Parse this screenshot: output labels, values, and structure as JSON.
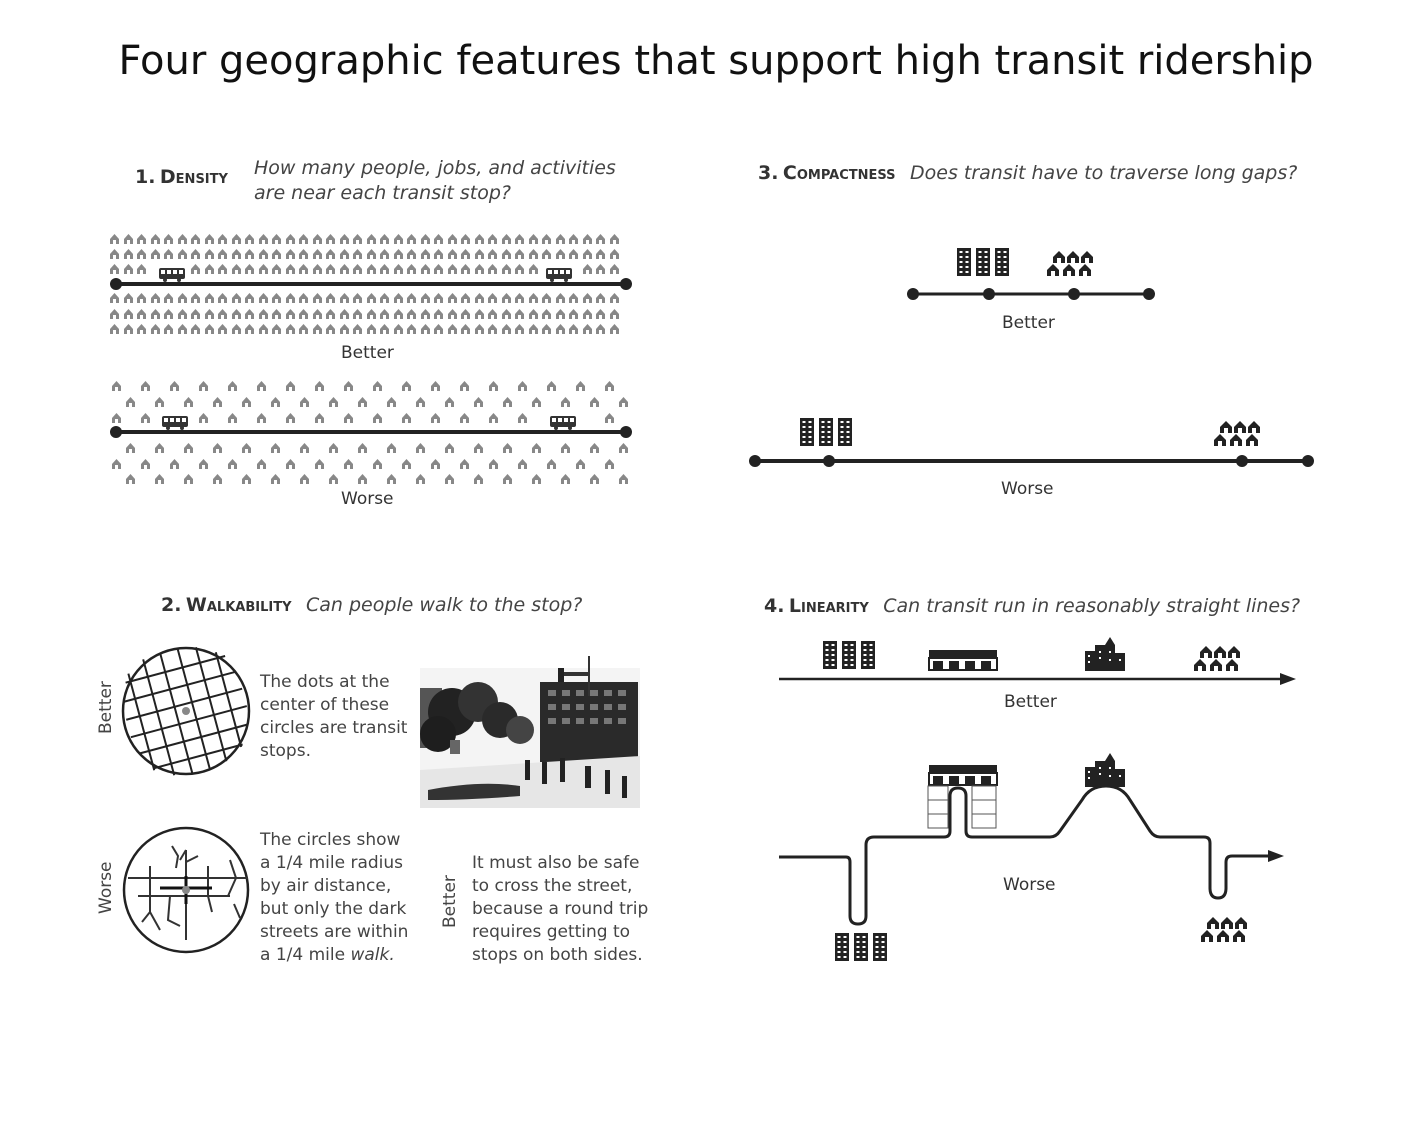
{
  "title": "Four geographic features that support high transit ridership",
  "panels": {
    "density": {
      "number": "1.",
      "name": "Density",
      "question_line1": "How many people, jobs, and activities",
      "question_line2": "are near each transit stop?",
      "better": "Better",
      "worse": "Worse"
    },
    "walkability": {
      "number": "2.",
      "name": "Walkability",
      "question": "Can people walk to the stop?",
      "better": "Better",
      "worse": "Worse",
      "photo_label": "Better",
      "text_dots": [
        "The dots at the",
        "center of these",
        "circles are transit",
        "stops."
      ],
      "text_circles": [
        "The circles show",
        "a 1/4 mile radius",
        "by air distance,",
        "but only the dark",
        "streets are within",
        "a 1/4 mile "
      ],
      "text_circles_em": "walk.",
      "text_safe": [
        "It must also be safe",
        "to cross the street,",
        "because a round trip",
        "requires getting to",
        "stops on both sides."
      ]
    },
    "compactness": {
      "number": "3.",
      "name": "Compactness",
      "question": "Does transit have to traverse long gaps?",
      "better": "Better",
      "worse": "Worse"
    },
    "linearity": {
      "number": "4.",
      "name": "Linearity",
      "question": "Can transit run in reasonably straight lines?",
      "better": "Better",
      "worse": "Worse"
    }
  },
  "icons": [
    "house-icon",
    "bus-icon",
    "office-building-icon",
    "strip-mall-icon",
    "city-skyline-icon",
    "arrow-icon",
    "street-photo"
  ]
}
